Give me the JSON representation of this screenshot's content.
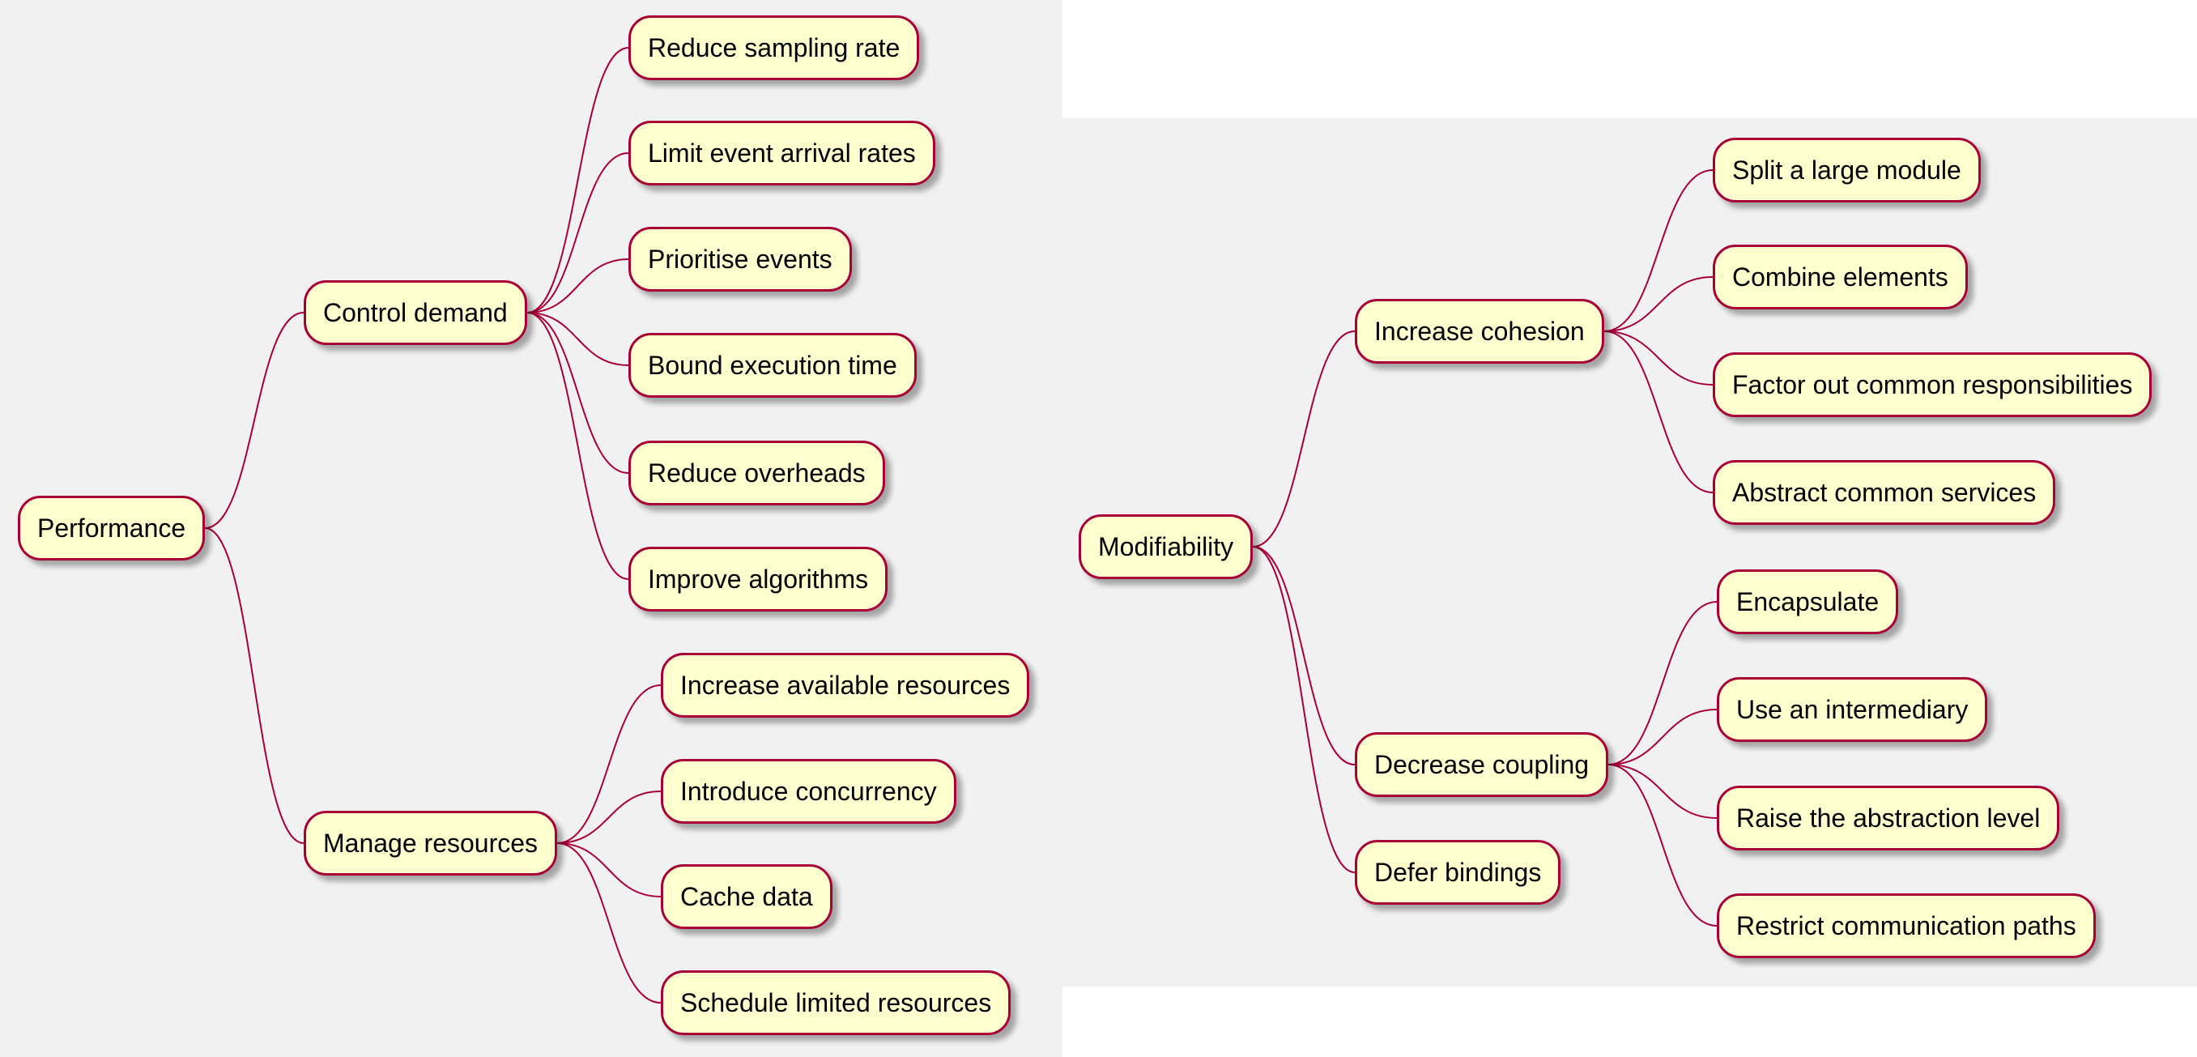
{
  "diagram": {
    "colors": {
      "panel": "#f1f1f1",
      "node_fill": "#fefece",
      "node_border": "#a80036",
      "link": "#a80036"
    },
    "trees": [
      {
        "label": "Performance",
        "children": [
          {
            "label": "Control demand",
            "children": [
              {
                "label": "Reduce sampling rate"
              },
              {
                "label": "Limit event arrival rates"
              },
              {
                "label": "Prioritise events"
              },
              {
                "label": "Bound execution time"
              },
              {
                "label": "Reduce overheads"
              },
              {
                "label": "Improve algorithms"
              }
            ]
          },
          {
            "label": "Manage resources",
            "children": [
              {
                "label": "Increase available resources"
              },
              {
                "label": "Introduce concurrency"
              },
              {
                "label": "Cache data"
              },
              {
                "label": "Schedule limited resources"
              }
            ]
          }
        ]
      },
      {
        "label": "Modifiability",
        "children": [
          {
            "label": "Increase cohesion",
            "children": [
              {
                "label": "Split a large module"
              },
              {
                "label": "Combine elements"
              },
              {
                "label": "Factor out common responsibilities"
              },
              {
                "label": "Abstract common services"
              }
            ]
          },
          {
            "label": "Decrease coupling",
            "children": [
              {
                "label": "Encapsulate"
              },
              {
                "label": "Use an intermediary"
              },
              {
                "label": "Raise the abstraction level"
              },
              {
                "label": "Restrict communication paths"
              }
            ]
          },
          {
            "label": "Defer bindings"
          }
        ]
      }
    ]
  }
}
